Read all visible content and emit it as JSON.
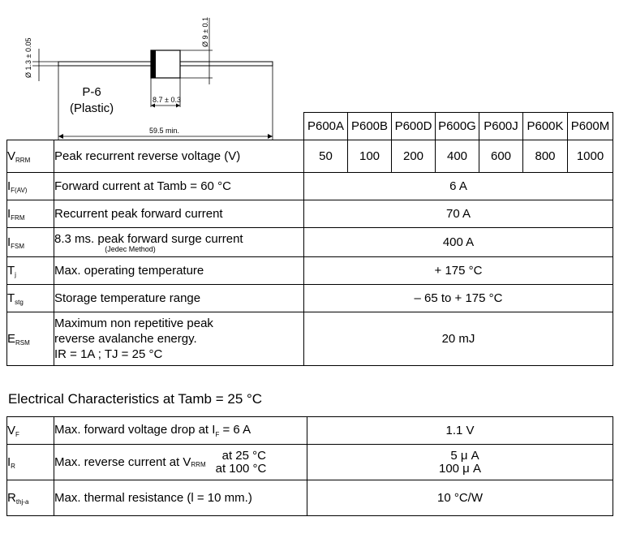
{
  "package": {
    "name": "P-6",
    "material": "(Plastic)",
    "dims": {
      "lead_dia": "Ø 1.3 ± 0.05",
      "body_dia": "Ø 9 ± 0.1",
      "body_len": "8.7 ± 0.3",
      "total_len": "59.5 min."
    }
  },
  "parts": [
    "P600A",
    "P600B",
    "P600D",
    "P600G",
    "P600J",
    "P600K",
    "P600M"
  ],
  "max_ratings": [
    {
      "sym": "V",
      "sub": "RRM",
      "desc": "Peak recurrent reverse voltage (V)",
      "values": [
        "50",
        "100",
        "200",
        "400",
        "600",
        "800",
        "1000"
      ]
    },
    {
      "sym": "I",
      "sub": "F(AV)",
      "desc": "Forward current at Tamb = 60 °C",
      "value": "6 A"
    },
    {
      "sym": "I",
      "sub": "FRM",
      "desc": "Recurrent peak forward current",
      "value": "70 A"
    },
    {
      "sym": "I",
      "sub": "FSM",
      "desc": "8.3 ms. peak forward surge current",
      "note": "(Jedec Method)",
      "value": "400 A"
    },
    {
      "sym": "T",
      "sub": "j",
      "desc": "Max. operating temperature",
      "value": "+ 175 °C"
    },
    {
      "sym": "T",
      "sub": "stg",
      "desc": "Storage temperature range",
      "value": "– 65 to + 175 °C"
    },
    {
      "sym": "E",
      "sub": "RSM",
      "desc_lines": [
        "Maximum non repetitive peak",
        "reverse avalanche energy.",
        "IR = 1A  ;  TJ = 25 °C"
      ],
      "value": "20 mJ"
    }
  ],
  "section_title": "Electrical Characteristics at Tamb = 25 °C",
  "electrical": [
    {
      "sym": "V",
      "sub": "F",
      "desc": "Max. forward voltage drop at I",
      "desc_sub": "F",
      "desc_tail": " = 6 A",
      "value": "1.1 V"
    },
    {
      "sym": "I",
      "sub": "R",
      "desc": "Max. reverse current at V",
      "desc_sub": "RRM",
      "cond": [
        "at  25 °C",
        "at 100 °C"
      ],
      "values": [
        "5 μ A",
        "100 μ A"
      ]
    },
    {
      "sym": "R",
      "sub": "thj-a",
      "desc": "Max. thermal resistance (l = 10 mm.)",
      "value": "10 °C/W"
    }
  ]
}
